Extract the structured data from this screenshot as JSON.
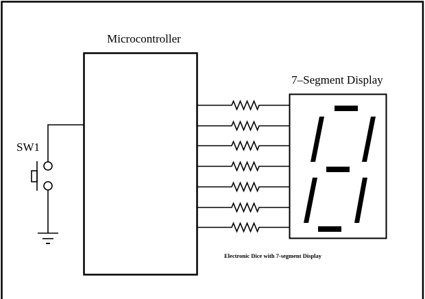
{
  "diagram": {
    "title": "Electronic Dice with 7-segment Display",
    "components": {
      "microcontroller": {
        "label": "Microcontroller"
      },
      "switch": {
        "label": "SW1",
        "type": "push-button"
      },
      "display": {
        "label": "7–Segment Display",
        "segments": [
          "a",
          "b",
          "c",
          "d",
          "e",
          "f",
          "g"
        ]
      },
      "resistors": {
        "count": 7
      },
      "ground": {
        "type": "ground-symbol"
      }
    },
    "colors": {
      "line": "#000000",
      "background": "#ffffff"
    }
  }
}
